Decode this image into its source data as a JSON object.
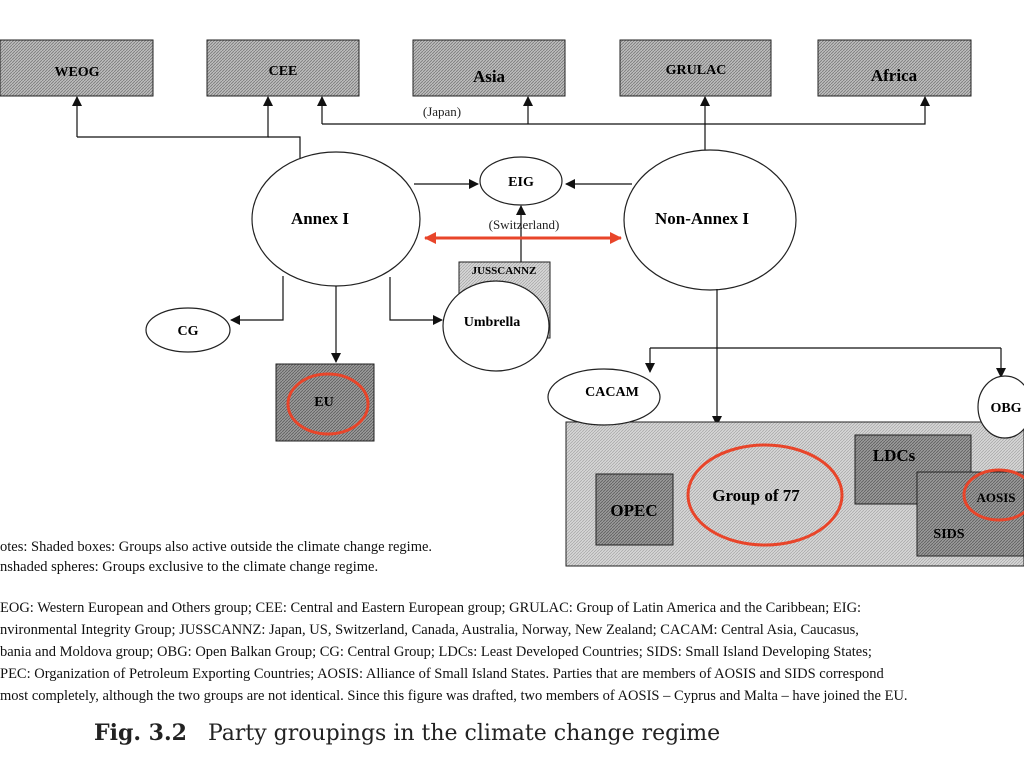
{
  "nodes": {
    "weog": "WEOG",
    "cee": "CEE",
    "asia": "Asia",
    "grulac": "GRULAC",
    "africa": "Africa",
    "japan": "(Japan)",
    "eig": "EIG",
    "annex1": "Annex I",
    "nonannex1": "Non-Annex I",
    "switzerland": "(Switzerland)",
    "jusscannz": "JUSSCANNZ",
    "umbrella": "Umbrella",
    "cg": "CG",
    "eu": "EU",
    "cacam": "CACAM",
    "obg": "OBG",
    "ldcs": "LDCs",
    "opec": "OPEC",
    "g77": "Group of 77",
    "aosis": "AOSIS",
    "sids": "SIDS"
  },
  "notes": [
    "otes: Shaded boxes: Groups also active outside the climate change regime.",
    "nshaded spheres: Groups exclusive to the climate change regime."
  ],
  "legend": [
    "EOG: Western European and Others group; CEE: Central and Eastern European group; GRULAC: Group of Latin America and the Caribbean; EIG:",
    "nvironmental Integrity Group; JUSSCANNZ: Japan, US, Switzerland, Canada, Australia, Norway, New Zealand; CACAM: Central Asia, Caucasus,",
    "bania and Moldova group; OBG: Open Balkan Group; CG: Central Group; LDCs: Least Developed Countries; SIDS: Small Island Developing States;",
    "PEC: Organization of Petroleum Exporting Countries; AOSIS: Alliance of Small Island States.  Parties that are members of AOSIS and SIDS correspond",
    "most completely, although the two groups are not identical. Since this figure was drafted, two members of AOSIS – Cyprus and Malta – have joined the EU."
  ],
  "caption": {
    "number": "Fig. 3.2",
    "title": "Party groupings in the climate change regime"
  },
  "colors": {
    "shaded_box": "#a9a9a9",
    "dark_box": "#8e8e8e",
    "light_box": "#cdcdcd",
    "highlight_circle": "#e8452a",
    "arrow_red": "#e8452a"
  }
}
